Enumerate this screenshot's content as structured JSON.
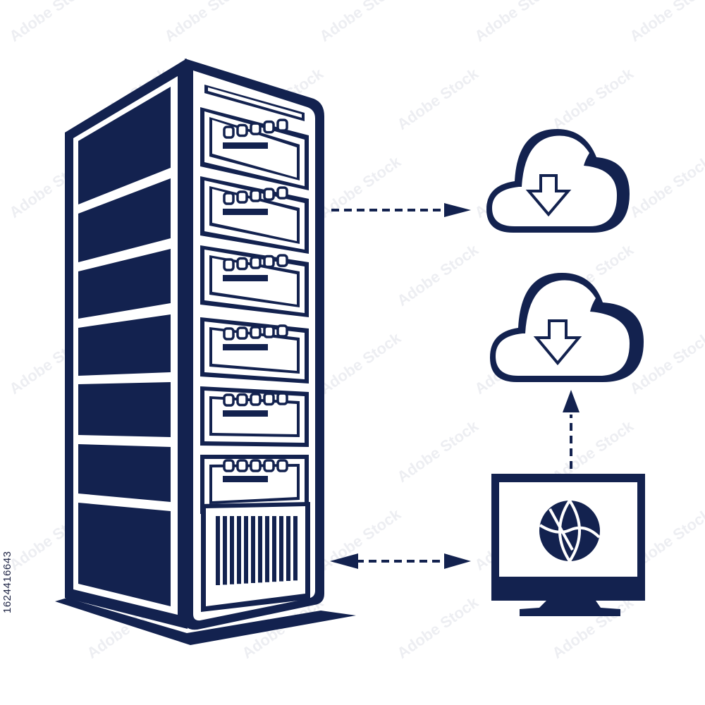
{
  "colors": {
    "primary": "#13224f",
    "background": "#ffffff",
    "watermark": "#e9ebf0"
  },
  "watermark": {
    "stock_id": "1624416643",
    "brand": "Adobe Stock"
  },
  "diagram": {
    "nodes": [
      {
        "id": "server-rack",
        "icon": "server-rack-icon"
      },
      {
        "id": "cloud-top",
        "icon": "cloud-download-icon"
      },
      {
        "id": "cloud-middle",
        "icon": "cloud-download-icon"
      },
      {
        "id": "monitor",
        "icon": "monitor-globe-icon"
      }
    ],
    "edges": [
      {
        "from": "server-rack",
        "to": "cloud-top",
        "style": "dashed",
        "direction": "forward"
      },
      {
        "from": "monitor",
        "to": "cloud-middle",
        "style": "dashed",
        "direction": "forward"
      },
      {
        "from": "server-rack",
        "to": "monitor",
        "style": "dashed",
        "direction": "both"
      }
    ]
  }
}
